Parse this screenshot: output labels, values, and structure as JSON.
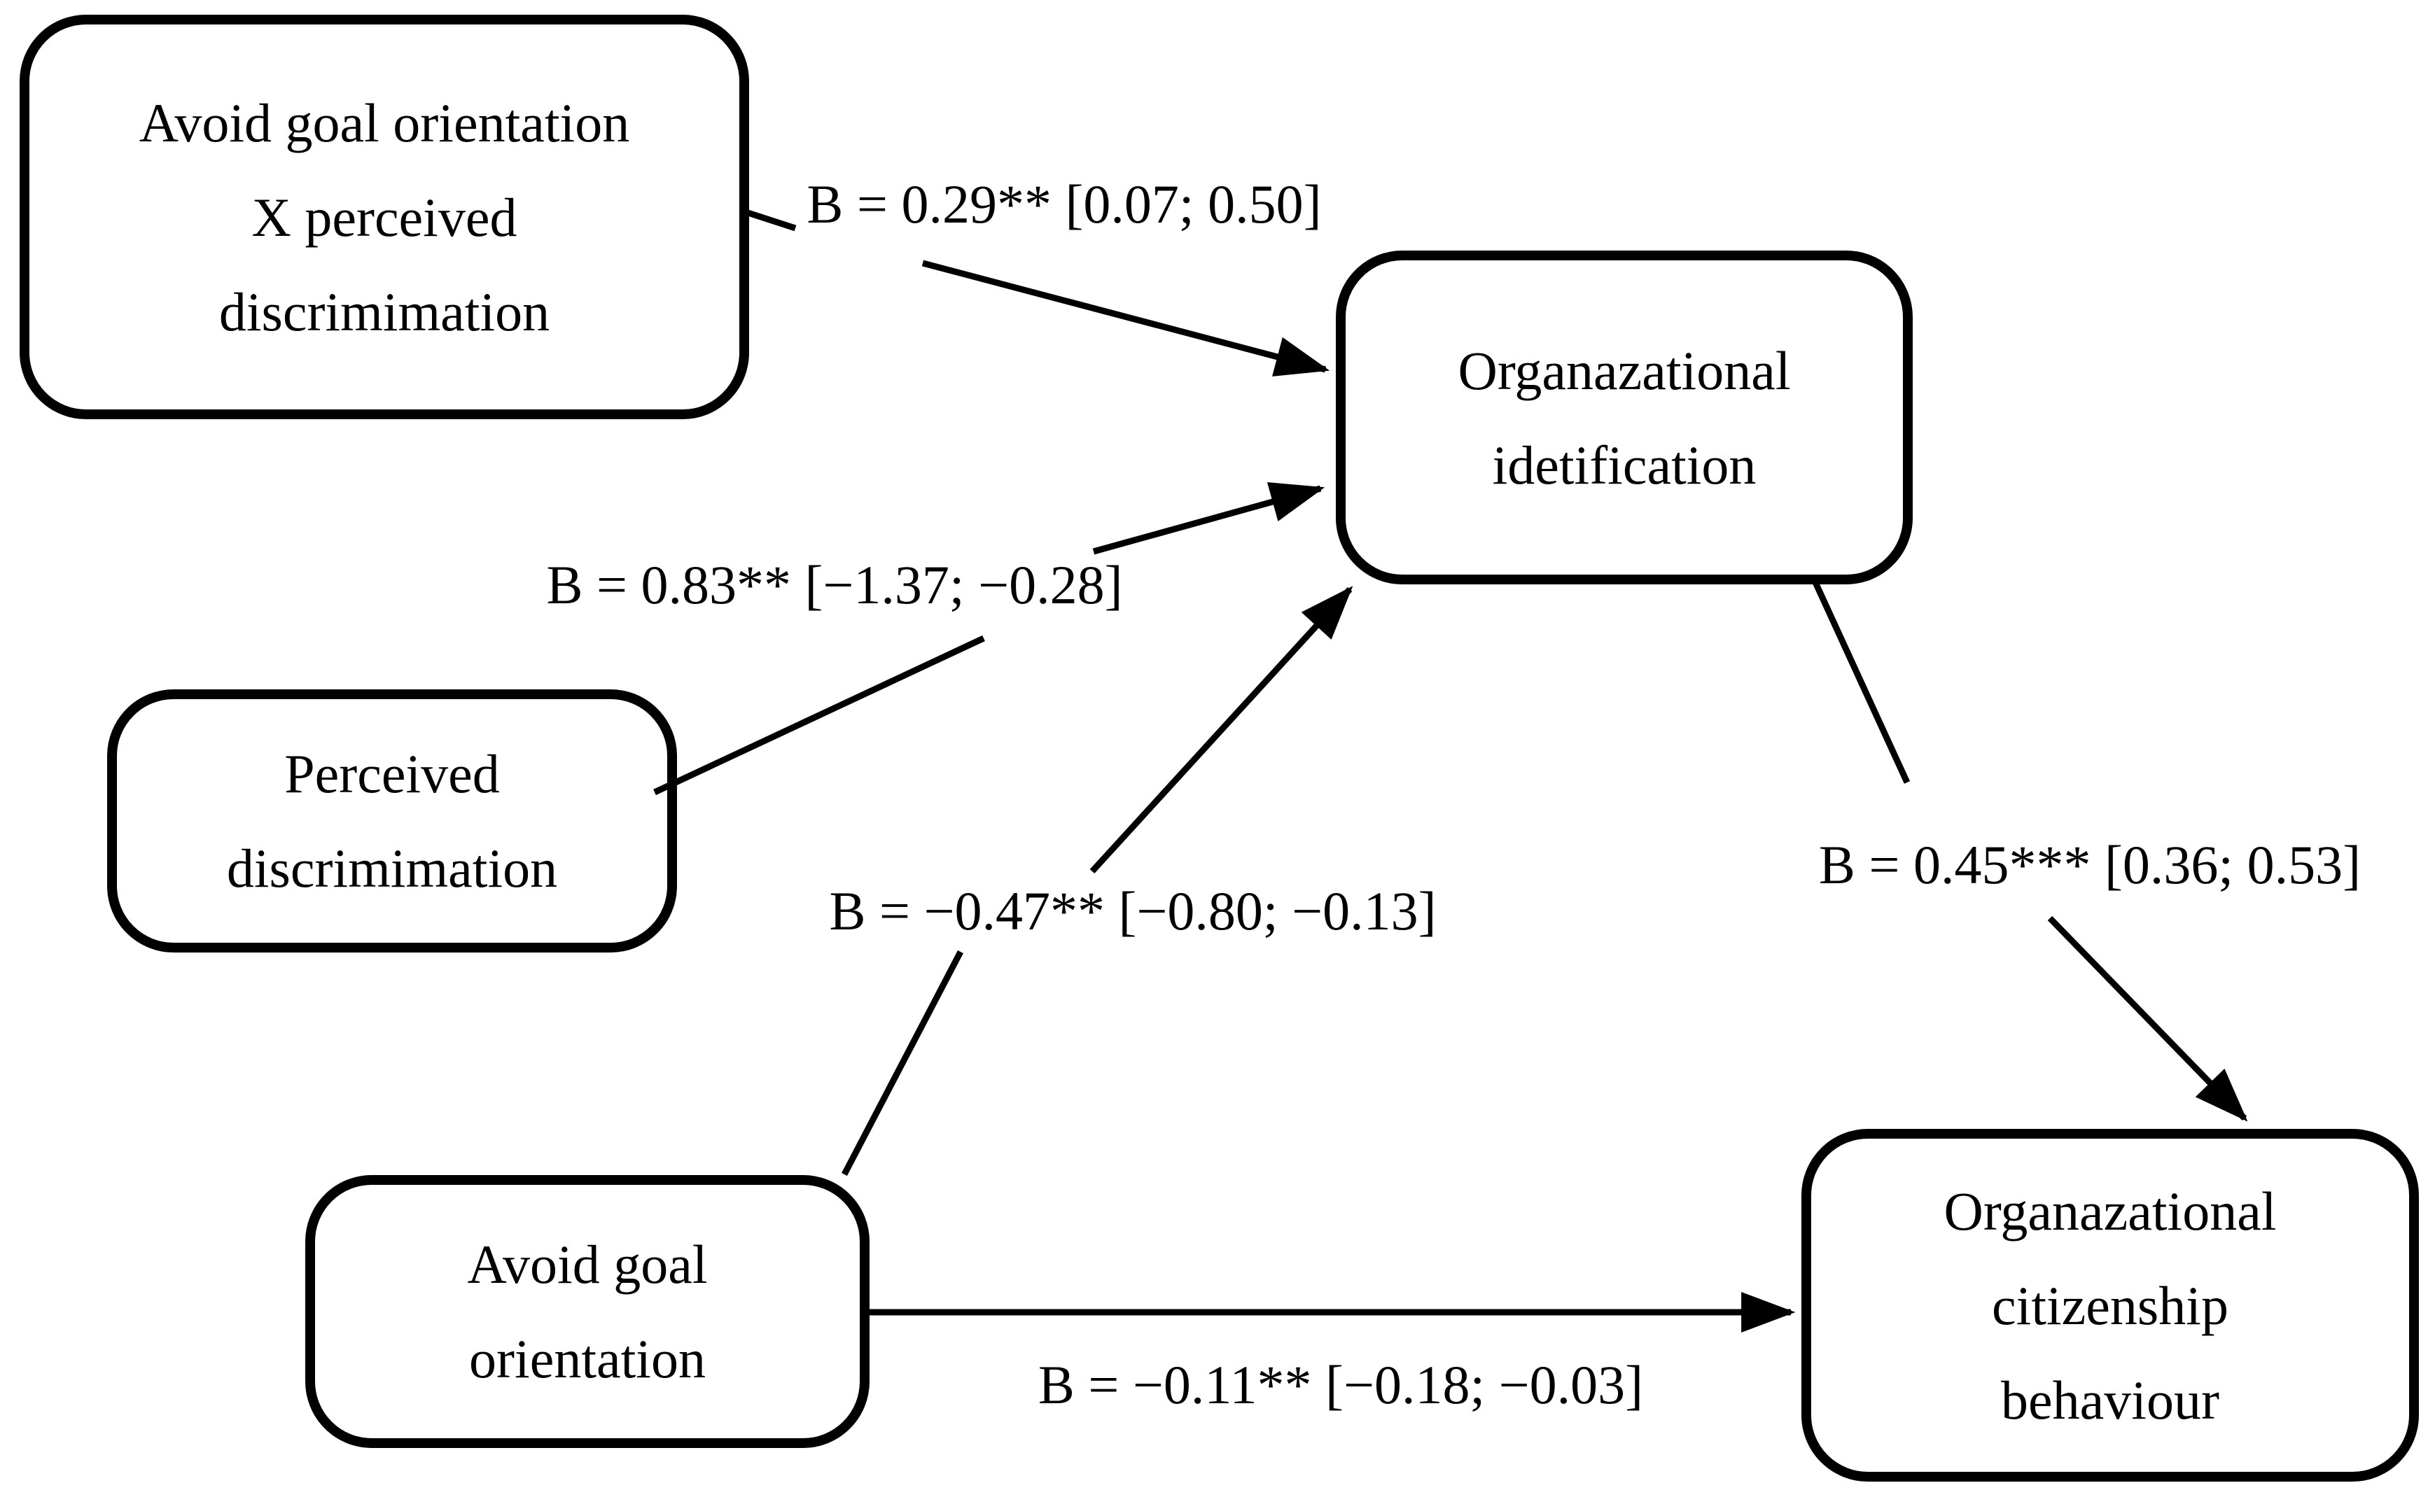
{
  "figure": {
    "background_color": "#ffffff",
    "line_color": "#000000"
  },
  "nodes": [
    {
      "id": "interaction",
      "lines": [
        "Avoid goal orientation",
        "X perceived",
        "discrimimation"
      ]
    },
    {
      "id": "organizational-identification",
      "lines": [
        "Organazational",
        "idetification"
      ]
    },
    {
      "id": "perceived-discrimination",
      "lines": [
        "Perceived",
        "discrimimation"
      ]
    },
    {
      "id": "avoid-goal-orientation",
      "lines": [
        "Avoid goal",
        "orientation"
      ]
    },
    {
      "id": "organizational-citizenship-behaviour",
      "lines": [
        "Organazational",
        "citizenship",
        "behaviour"
      ]
    }
  ],
  "edges": [
    {
      "from": "interaction",
      "to": "organizational-identification",
      "label": "B = 0.29** [0.07; 0.50]"
    },
    {
      "from": "perceived-discrimination",
      "to": "organizational-identification",
      "label": "B = 0.83** [−1.37; −0.28]"
    },
    {
      "from": "avoid-goal-orientation",
      "to": "organizational-identification",
      "label": "B = −0.47** [−0.80; −0.13]"
    },
    {
      "from": "organizational-identification",
      "to": "organizational-citizenship-behaviour",
      "label": "B = 0.45*** [0.36; 0.53]"
    },
    {
      "from": "avoid-goal-orientation",
      "to": "organizational-citizenship-behaviour",
      "label": "B = −0.11** [−0.18; −0.03]"
    }
  ]
}
